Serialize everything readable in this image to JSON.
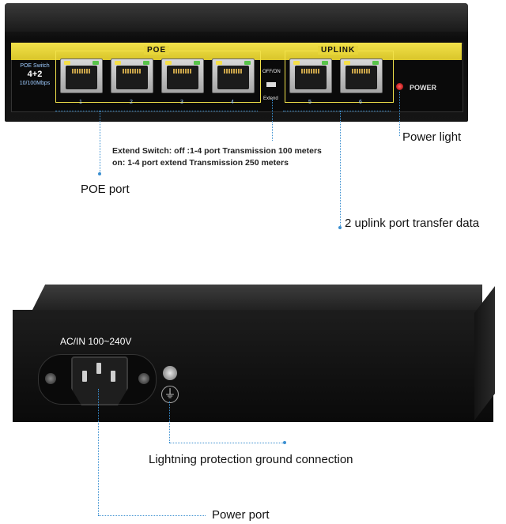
{
  "front": {
    "left_label_line1": "POE Switch",
    "left_label_big": "4+2",
    "left_label_line3": "10/100Mbps",
    "poe_group_title": "POE",
    "uplink_group_title": "UPLINK",
    "port_numbers": [
      "1",
      "2",
      "3",
      "4",
      "5",
      "6"
    ],
    "dip_label_top": "OFF/ON",
    "dip_label_bottom": "Extend",
    "power_label": "POWER"
  },
  "back": {
    "ac_label": "AC/IN 100~240V",
    "ground_symbol": "⏚"
  },
  "captions": {
    "extend_line1": "Extend Switch: off :1-4 port Transmission 100 meters",
    "extend_line2": "on: 1-4 port extend Transmission 250 meters",
    "poe_port": "POE port",
    "power_light": "Power light",
    "uplink": "2 uplink port transfer data",
    "ground": "Lightning protection ground connection",
    "power_port": "Power port"
  },
  "colors": {
    "accent_yellow": "#e8d63a",
    "leader_blue": "#3a8fd0",
    "power_led": "#d00000"
  }
}
